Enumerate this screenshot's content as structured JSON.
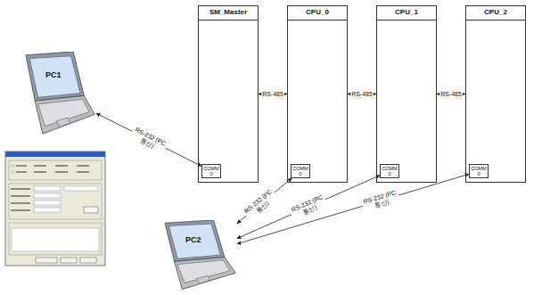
{
  "diagram": {
    "nodes": [
      {
        "text": [
          "SM_Master"
        ]
      },
      {
        "text": [
          "COMM 0"
        ],
        "in": 0
      },
      {
        "text": [
          "CPU_0"
        ]
      },
      {
        "text": [
          "COMM 0"
        ],
        "in": 2
      },
      {
        "text": [
          "CPU_1"
        ]
      },
      {
        "text": [
          "COMM 0"
        ],
        "in": 4
      },
      {
        "text": [
          "CPU_2"
        ]
      },
      {
        "text": [
          "COMM 0"
        ],
        "in": 6
      },
      {
        "text": [
          "PC1"
        ]
      },
      {
        "text": [
          "PC2"
        ]
      }
    ],
    "edges": [
      {
        "from": 0,
        "to": 2,
        "arrow": "both",
        "label": "RS-485"
      },
      {
        "from": 2,
        "to": 4,
        "arrow": "both",
        "label": "RS-485"
      },
      {
        "from": 4,
        "to": 6,
        "arrow": "both",
        "label": "RS-485"
      },
      {
        "from": 8,
        "to": 1,
        "arrow": "both",
        "label": "RS-232 (PC 통신)"
      },
      {
        "from": 9,
        "to": 3,
        "arrow": "both",
        "label": "RS-232 (PC 통신)"
      },
      {
        "from": 9,
        "to": 5,
        "arrow": "both",
        "label": "RS-232 (PC 통신)"
      },
      {
        "from": 9,
        "to": 7,
        "arrow": "both",
        "label": "RS-232 (PC 통신)"
      }
    ]
  }
}
